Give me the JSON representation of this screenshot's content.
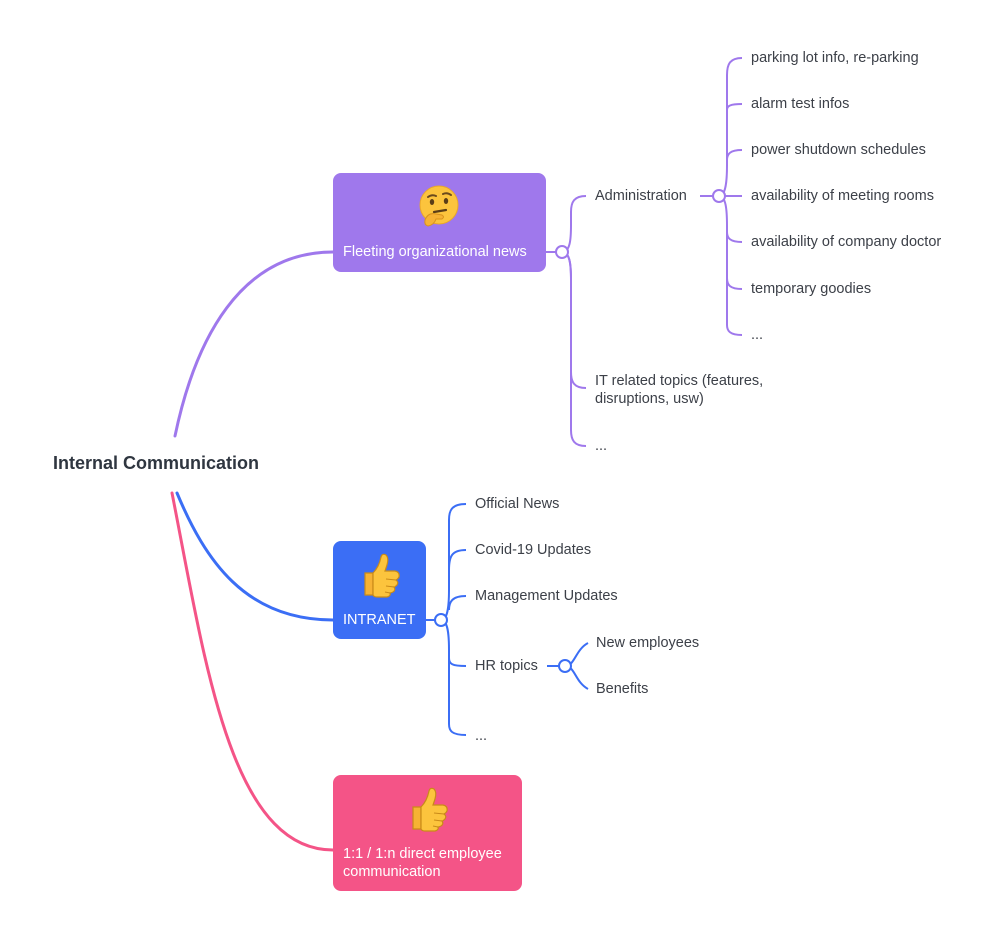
{
  "root": {
    "label": "Internal Communication"
  },
  "colors": {
    "purple": "#9f78ec",
    "blue": "#3b6ef5",
    "pink": "#f45487"
  },
  "branches": {
    "fleeting": {
      "label": "Fleeting organizational news",
      "icon": "thinking-face-icon",
      "children": {
        "administration": {
          "label": "Administration",
          "children": [
            "parking lot info, re-parking",
            "alarm test infos",
            "power shutdown schedules",
            "availability of meeting rooms",
            "availability of company doctor",
            "temporary goodies",
            "..."
          ]
        },
        "it": {
          "label": "IT related topics (features, disruptions, usw)"
        },
        "more": {
          "label": "..."
        }
      }
    },
    "intranet": {
      "label": "INTRANET",
      "icon": "thumbs-up-icon",
      "children": {
        "official_news": "Official News",
        "covid": "Covid-19 Updates",
        "management": "Management Updates",
        "hr": {
          "label": "HR topics",
          "children": [
            "New employees",
            "Benefits"
          ]
        },
        "more": "..."
      }
    },
    "direct": {
      "label": "1:1 / 1:n direct employee communication",
      "icon": "thumbs-up-icon"
    }
  }
}
